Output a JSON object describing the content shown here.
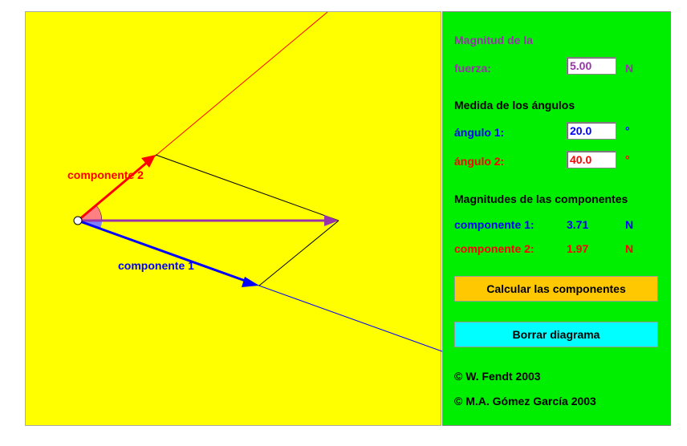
{
  "diagram": {
    "label_c1": "componente 1",
    "label_c2": "componente 2"
  },
  "panel": {
    "force_label_1": "Magnitud de la",
    "force_label_2": "fuerza:",
    "force_value": "5.00",
    "force_unit": "N",
    "angles_heading": "Medida de los ángulos",
    "angle1_label": "ángulo 1:",
    "angle1_value": "20.0",
    "angle1_unit": "°",
    "angle2_label": "ángulo 2:",
    "angle2_value": "40.0",
    "angle2_unit": "°",
    "components_heading": "Magnitudes de las componentes",
    "comp1_label": "componente 1:",
    "comp1_value": "3.71",
    "comp1_unit": "N",
    "comp2_label": "componente 2:",
    "comp2_value": "1.97",
    "comp2_unit": "N",
    "calc_button": "Calcular las componentes",
    "clear_button": "Borrar diagrama",
    "copyright1": "©  W. Fendt 2003",
    "copyright2": "©  M.A. Gómez García 2003"
  },
  "colors": {
    "force": "#9933aa",
    "c1": "#0000ff",
    "c2": "#ff0000",
    "canvas": "#ffff00",
    "panel": "#00ee00",
    "calc": "#ffc800",
    "clear": "#00ffff"
  }
}
